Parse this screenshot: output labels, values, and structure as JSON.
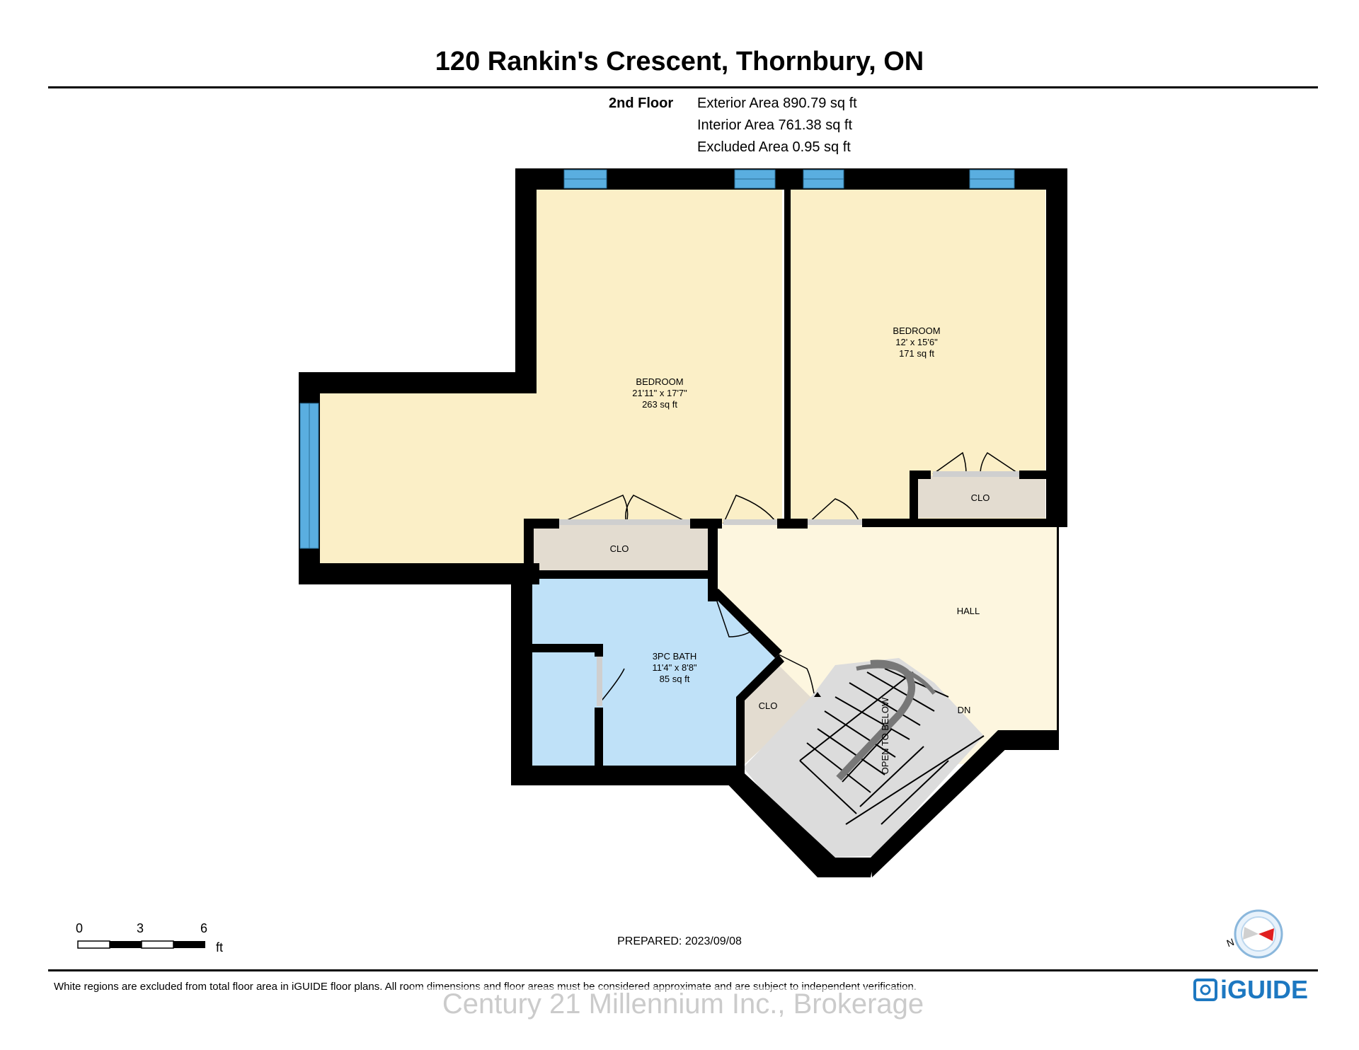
{
  "title": "120 Rankin's Crescent, Thornbury, ON",
  "floor": {
    "name": "2nd Floor",
    "exterior_area": "Exterior Area 890.79 sq ft",
    "interior_area": "Interior Area 761.38 sq ft",
    "excluded_area": "Excluded Area 0.95 sq ft"
  },
  "rooms": {
    "bedroom_1": {
      "name": "BEDROOM",
      "dims": "21'11\" x 17'7\"",
      "area": "263 sq ft"
    },
    "bedroom_2": {
      "name": "BEDROOM",
      "dims": "12' x 15'6\"",
      "area": "171 sq ft"
    },
    "bath": {
      "name": "3PC BATH",
      "dims": "11'4\" x 8'8\"",
      "area": "85 sq ft"
    },
    "closet_1": "CLO",
    "closet_2": "CLO",
    "closet_3": "CLO",
    "hall": "HALL",
    "stairs_down": "DN",
    "open_to_below": "OPEN TO BELOW"
  },
  "colors": {
    "bedroom": "#fbefc7",
    "hall": "#fdf6df",
    "bath": "#bfe1f8",
    "closet": "#e3dcd0",
    "stairs": "#dcdcdc",
    "wall": "#000000",
    "window": "#5aaee0",
    "brand": "#1d78c1"
  },
  "scale": {
    "labels": [
      "0",
      "3",
      "6"
    ],
    "unit": "ft"
  },
  "prepared": "PREPARED: 2023/09/08",
  "footer_note": "White regions are excluded from total floor area in iGUIDE floor plans. All room dimensions and floor areas must be considered approximate and are subject to independent verification.",
  "watermark": "Century 21 Millennium Inc., Brokerage",
  "brand": "iGUIDE",
  "compass_letter": "N"
}
